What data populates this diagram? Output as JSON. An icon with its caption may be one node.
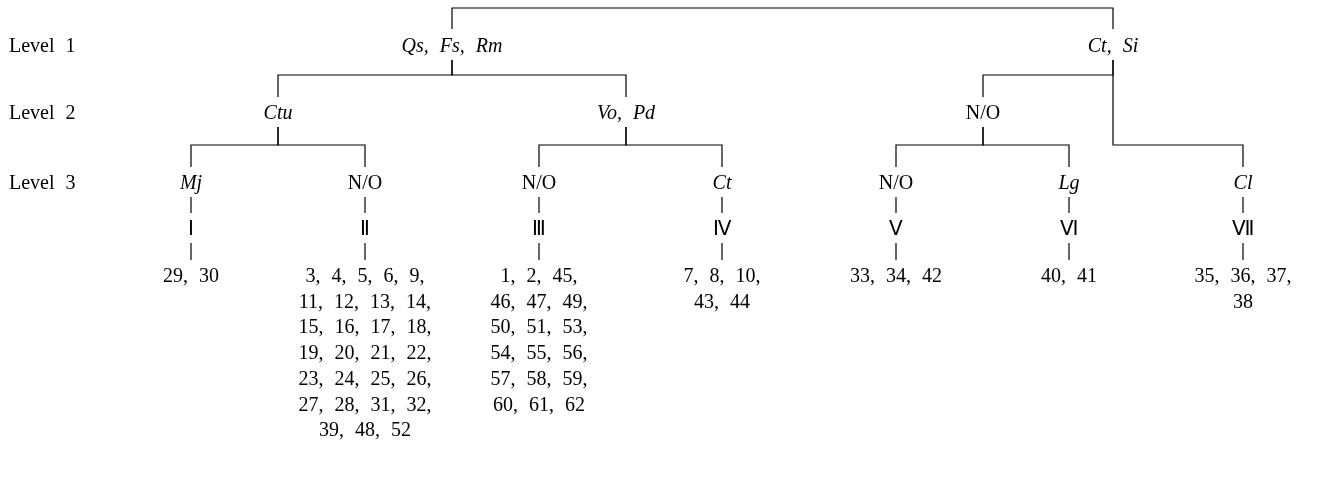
{
  "diagram": {
    "nodes": [
      {
        "text": [
          "Qs, Fs, Rm"
        ]
      },
      {
        "text": [
          "Ct, Si"
        ]
      },
      {
        "text": [
          "Ctu"
        ]
      },
      {
        "text": [
          "Vo, Pd"
        ]
      },
      {
        "text": [
          "N/O"
        ]
      },
      {
        "text": [
          "Mj"
        ]
      },
      {
        "text": [
          "N/O"
        ]
      },
      {
        "text": [
          "N/O"
        ]
      },
      {
        "text": [
          "Ct"
        ]
      },
      {
        "text": [
          "N/O"
        ]
      },
      {
        "text": [
          "Lg"
        ]
      },
      {
        "text": [
          "Cl"
        ]
      },
      {
        "text": [
          "Ⅰ"
        ]
      },
      {
        "text": [
          "Ⅱ"
        ]
      },
      {
        "text": [
          "Ⅲ"
        ]
      },
      {
        "text": [
          "Ⅳ"
        ]
      },
      {
        "text": [
          "Ⅴ"
        ]
      },
      {
        "text": [
          "Ⅵ"
        ]
      },
      {
        "text": [
          "Ⅶ"
        ]
      },
      {
        "text": [
          "29, 30"
        ]
      },
      {
        "text": [
          "3, 4, 5, 6, 9, 11, 12, 13, 14, 15, 16, 17, 18, 19, 20, 21, 22, 23, 24, 25, 26, 27, 28, 31, 32, 39, 48, 52"
        ]
      },
      {
        "text": [
          "1, 2, 45, 46, 47, 49, 50, 51, 53, 54, 55, 56, 57, 58, 59, 60, 61, 62"
        ]
      },
      {
        "text": [
          "7, 8, 10, 43, 44"
        ]
      },
      {
        "text": [
          "33, 34, 42"
        ]
      },
      {
        "text": [
          "40, 41"
        ]
      },
      {
        "text": [
          "35, 36, 37, 38"
        ]
      }
    ],
    "edges": [
      {
        "from": 0,
        "to": 1,
        "arrow": "none"
      },
      {
        "from": 0,
        "to": 2,
        "arrow": "none"
      },
      {
        "from": 0,
        "to": 3,
        "arrow": "none"
      },
      {
        "from": 1,
        "to": 4,
        "arrow": "none"
      },
      {
        "from": 1,
        "to": 11,
        "arrow": "none"
      },
      {
        "from": 2,
        "to": 5,
        "arrow": "none"
      },
      {
        "from": 2,
        "to": 6,
        "arrow": "none"
      },
      {
        "from": 3,
        "to": 7,
        "arrow": "none"
      },
      {
        "from": 3,
        "to": 8,
        "arrow": "none"
      },
      {
        "from": 4,
        "to": 9,
        "arrow": "none"
      },
      {
        "from": 4,
        "to": 10,
        "arrow": "none"
      },
      {
        "from": 5,
        "to": 12,
        "arrow": "none"
      },
      {
        "from": 6,
        "to": 13,
        "arrow": "none"
      },
      {
        "from": 7,
        "to": 14,
        "arrow": "none"
      },
      {
        "from": 8,
        "to": 15,
        "arrow": "none"
      },
      {
        "from": 9,
        "to": 16,
        "arrow": "none"
      },
      {
        "from": 10,
        "to": 17,
        "arrow": "none"
      },
      {
        "from": 11,
        "to": 18,
        "arrow": "none"
      },
      {
        "from": 12,
        "to": 19,
        "arrow": "none"
      },
      {
        "from": 13,
        "to": 20,
        "arrow": "none"
      },
      {
        "from": 14,
        "to": 21,
        "arrow": "none"
      },
      {
        "from": 15,
        "to": 22,
        "arrow": "none"
      },
      {
        "from": 16,
        "to": 23,
        "arrow": "none"
      },
      {
        "from": 17,
        "to": 24,
        "arrow": "none"
      },
      {
        "from": 18,
        "to": 25,
        "arrow": "none"
      }
    ],
    "labels": [
      "Level 1",
      "Level 2",
      "Level 3"
    ]
  }
}
